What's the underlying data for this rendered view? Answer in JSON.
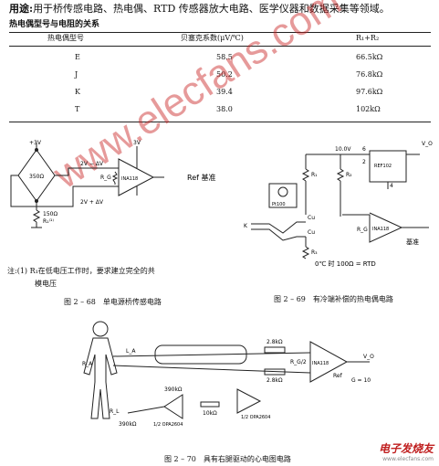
{
  "intro": {
    "prefix": "用途:",
    "text": "用于桥传感电路、热电偶、RTD 传感器放大电路、医学仪器和数据采集等领域。"
  },
  "table": {
    "title": "热电偶型号与电阻的关系",
    "headers": [
      "热电偶型号",
      "贝塞克系数(μV/℃)",
      "R₁+R₂"
    ],
    "rows": [
      [
        "E",
        "58.5",
        "66.5kΩ"
      ],
      [
        "J",
        "50.2",
        "76.8kΩ"
      ],
      [
        "K",
        "39.4",
        "97.6kΩ"
      ],
      [
        "T",
        "38.0",
        "102kΩ"
      ]
    ]
  },
  "watermark": "www.elecfans.com",
  "fig68": {
    "labels": {
      "plus3v": "+3V",
      "r350": "350Ω",
      "r150": "150Ω",
      "r1_note": "R₁⁽¹⁾",
      "v_minus": "2V − ΔV",
      "v_plus": "2V + ΔV",
      "three_v": "3V",
      "rg": "R_G",
      "chip": "INA118",
      "ref": "Ref 基准"
    },
    "note_line1": "注:(1) R₁在低电压工作时，要求建立完全的共",
    "note_line2": "模电压",
    "caption": "图 2 – 68　单电源桥传感电路"
  },
  "fig69": {
    "labels": {
      "v10": "10.0V",
      "pin6": "6",
      "pin2": "2",
      "pin4": "4",
      "ref102": "REF102",
      "vo": "V_O",
      "r1": "R₁",
      "r2": "R₂",
      "pt100": "Pt100",
      "k": "K",
      "cu1": "Cu",
      "cu2": "Cu",
      "r3": "R₃",
      "rg": "R_G",
      "chip": "INA118",
      "ref": "基准",
      "rtd": "0℃ 时 100Ω = RTD"
    },
    "caption": "图 2 – 69　有冷端补偿的热电偶电路"
  },
  "fig70": {
    "labels": {
      "ra": "R_A",
      "la": "L_A",
      "rl": "R_L",
      "r1": "2.8kΩ",
      "r2": "2.8kΩ",
      "rg2": "R_G/2",
      "chip": "INA118",
      "vo": "V_O",
      "ref": "Ref",
      "g10": "G = 10",
      "r390a": "390kΩ",
      "r390b": "390kΩ",
      "r10k": "10kΩ",
      "opa1": "1/2 OPA2604",
      "opa2": "1/2 OPA2604"
    },
    "caption": "图 2 – 70　具有右腿驱动的心电图电路"
  },
  "footer_logo": {
    "brand": "电子发烧友",
    "url": "www.elecfans.com"
  }
}
